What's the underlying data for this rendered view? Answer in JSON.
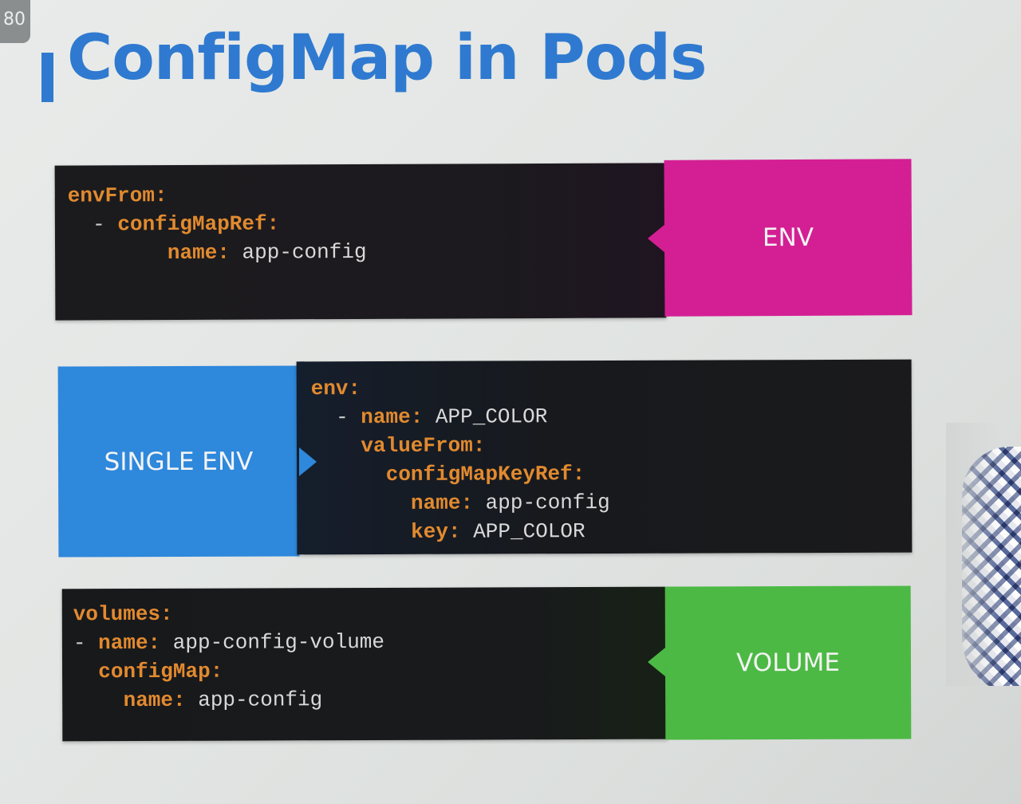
{
  "overlay": {
    "corner_text": "80"
  },
  "slide": {
    "title": "ConfigMap in Pods",
    "colors": {
      "title_blue": "#2f7ad0",
      "env_magenta": "#d41f94",
      "single_env_blue": "#2e88dc",
      "volume_green": "#4cb944",
      "code_key_orange": "#e28a2f",
      "panel_dark": "#191a1c"
    },
    "env_panel": {
      "code": {
        "l1": "envFrom:",
        "l2_dash": "- ",
        "l2": "configMapRef:",
        "l3_key": "name:",
        "l3_val": "app-config"
      },
      "label": "ENV"
    },
    "single_env_panel": {
      "label": "SINGLE ENV",
      "code": {
        "l1": "env:",
        "l2_dash": "- ",
        "l2_key": "name:",
        "l2_val": "APP_COLOR",
        "l3": "valueFrom:",
        "l4": "configMapKeyRef:",
        "l5_key": "name:",
        "l5_val": "app-config",
        "l6_key": "key:",
        "l6_val": "APP_COLOR"
      }
    },
    "volume_panel": {
      "code": {
        "l1": "volumes:",
        "l2_dash": "- ",
        "l2_key": "name:",
        "l2_val": "app-config-volume",
        "l3": "configMap:",
        "l4_key": "name:",
        "l4_val": "app-config"
      },
      "label": "VOLUME"
    }
  }
}
